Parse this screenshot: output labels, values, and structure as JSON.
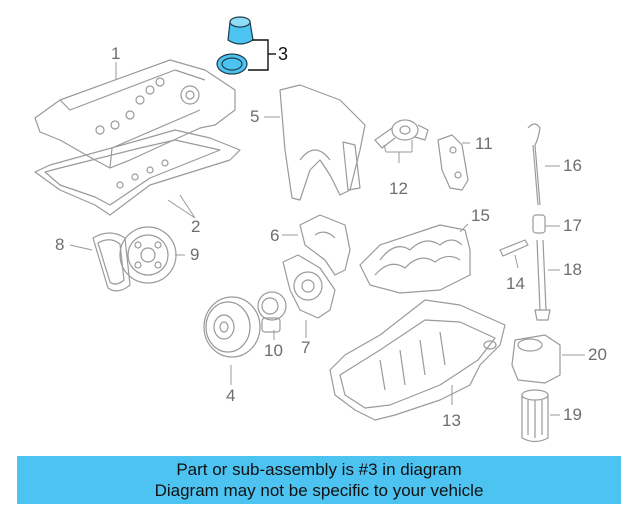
{
  "diagram": {
    "callouts": [
      {
        "id": "1",
        "label": "1"
      },
      {
        "id": "2",
        "label": "2"
      },
      {
        "id": "3",
        "label": "3",
        "active": true
      },
      {
        "id": "4",
        "label": "4"
      },
      {
        "id": "5",
        "label": "5"
      },
      {
        "id": "6",
        "label": "6"
      },
      {
        "id": "7",
        "label": "7"
      },
      {
        "id": "8",
        "label": "8"
      },
      {
        "id": "9",
        "label": "9"
      },
      {
        "id": "10",
        "label": "10"
      },
      {
        "id": "11",
        "label": "11"
      },
      {
        "id": "12",
        "label": "12"
      },
      {
        "id": "13",
        "label": "13"
      },
      {
        "id": "14",
        "label": "14"
      },
      {
        "id": "15",
        "label": "15"
      },
      {
        "id": "16",
        "label": "16"
      },
      {
        "id": "17",
        "label": "17"
      },
      {
        "id": "18",
        "label": "18"
      },
      {
        "id": "19",
        "label": "19"
      },
      {
        "id": "20",
        "label": "20"
      }
    ],
    "highlight_color": "#4cc3f1",
    "line_color": "#9a9a9a"
  },
  "footer": {
    "line1": "Part or sub-assembly is #3 in diagram",
    "line2": "Diagram may not be specific to your vehicle",
    "background": "#4cc3f1"
  }
}
